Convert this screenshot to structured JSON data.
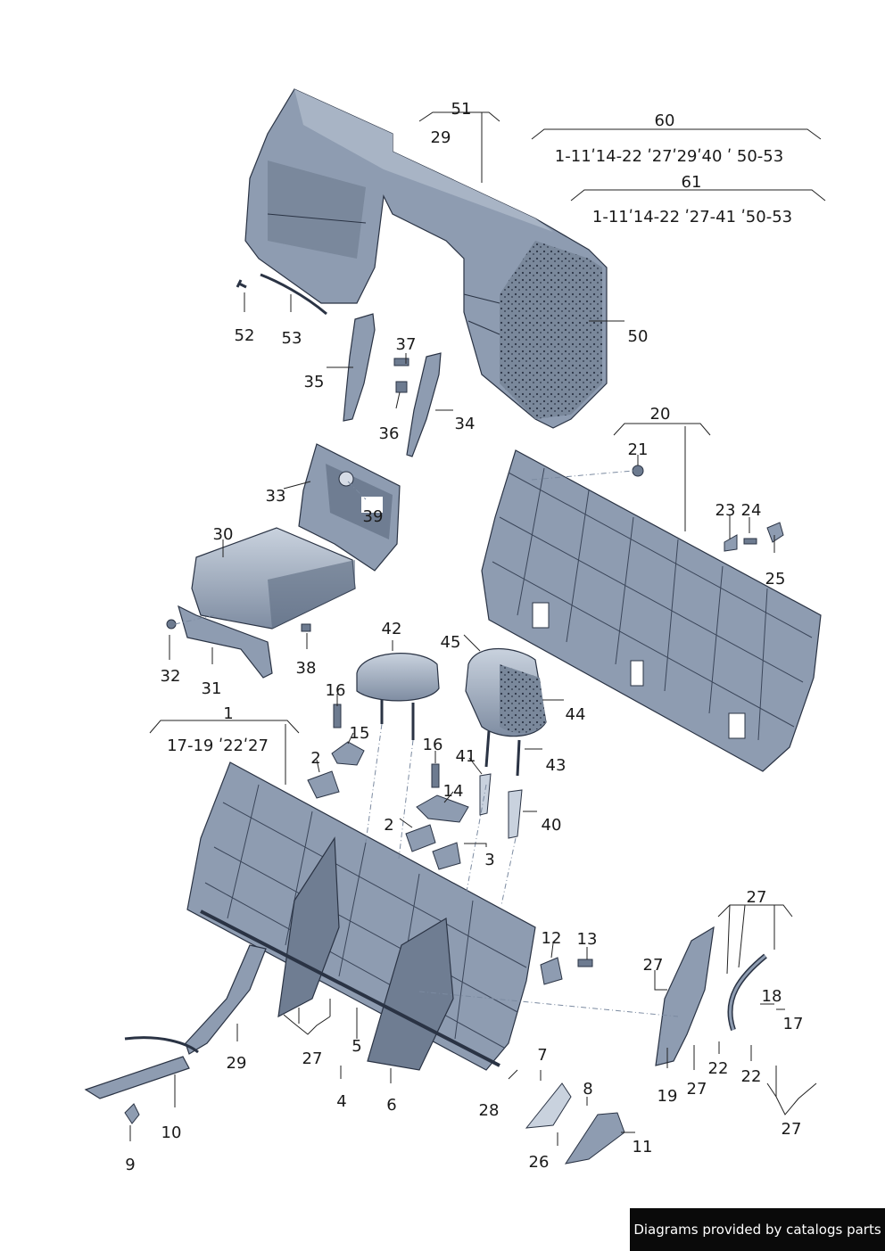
{
  "footer": "Diagrams provided by catalogs parts",
  "groups": {
    "g51": {
      "num": "51",
      "range": "29"
    },
    "g60": {
      "num": "60",
      "range": "1-11ʹ14-22 ʹ27ʹ29ʹ40 ʹ 50-53"
    },
    "g61": {
      "num": "61",
      "range": "1-11ʹ14-22 ʹ27-41 ʹ50-53"
    },
    "g20": {
      "num": "20"
    },
    "g1": {
      "num": "1",
      "range": "17-19 ʹ22ʹ27"
    },
    "g27a": {
      "num": "27"
    },
    "g27b": {
      "num": "27"
    }
  },
  "labels": {
    "l52": "52",
    "l53": "53",
    "l50": "50",
    "l37": "37",
    "l35": "35",
    "l36": "36",
    "l34": "34",
    "l33": "33",
    "l39": "39",
    "l30": "30",
    "l32": "32",
    "l31": "31",
    "l38": "38",
    "l21": "21",
    "l23": "23",
    "l24": "24",
    "l25": "25",
    "l42": "42",
    "l45": "45",
    "l44": "44",
    "l43": "43",
    "l16a": "16",
    "l15": "15",
    "l16b": "16",
    "l41": "41",
    "l14": "14",
    "l2a": "2",
    "l2b": "2",
    "l3": "3",
    "l40": "40",
    "l12": "12",
    "l13": "13",
    "l27c": "27",
    "l18": "18",
    "l17": "17",
    "l22a": "22",
    "l27d": "27",
    "l19": "19",
    "l22b": "22",
    "l29": "29",
    "l27e": "27",
    "l5": "5",
    "l4": "4",
    "l6": "6",
    "l7": "7",
    "l8": "8",
    "l28": "28",
    "l26": "26",
    "l11": "11",
    "l9": "9",
    "l10": "10"
  },
  "colors": {
    "part_fill": "#8c9bb0",
    "part_dark": "#5e6c82",
    "foam_fill": "#6f7d91",
    "line": "#222222"
  }
}
